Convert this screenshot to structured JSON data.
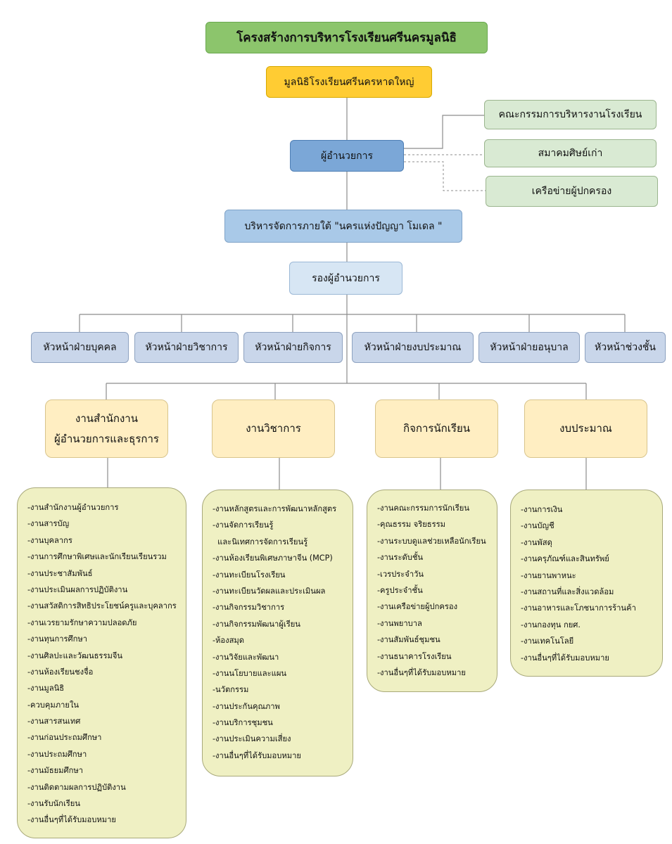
{
  "title": "โครงสร้างการบริหารโรงเรียนศรีนครมูลนิธิ",
  "foundation": "มูลนิธิโรงเรียนศรีนครหาดใหญ่",
  "director": "ผู้อำนวยการ",
  "advisory": [
    "คณะกรรมการบริหารงานโรงเรียน",
    "สมาคมศิษย์เก่า",
    "เครือข่ายผู้ปกครอง"
  ],
  "model": "บริหารจัดการภายใต้ \"นครแห่งปัญญา โมเดล \"",
  "deputy": "รองผู้อำนวยการ",
  "heads": [
    "หัวหน้าฝ่ายบุคคล",
    "หัวหน้าฝ่ายวิชาการ",
    "หัวหน้าฝ่ายกิจการ",
    "หัวหน้าฝ่ายงบประมาณ",
    "หัวหน้าฝ่ายอนุบาล",
    "หัวหน้าช่วงชั้น"
  ],
  "departments": [
    {
      "title_lines": [
        "งานสำนักงาน",
        "ผู้อำนวยการและธุรการ"
      ],
      "items": [
        "-งานสำนักงานผู้อำนวยการ",
        "-งานสารบัญ",
        "-งานบุคลากร",
        "-งานการศึกษาพิเศษและนักเรียนเรียนรวม",
        "-งานประชาสัมพันธ์",
        "-งานประเมินผลการปฏิบัติงาน",
        "-งานสวัสดิการสิทธิประโยชน์ครูและบุคลากร",
        "-งานเวรยามรักษาความปลอดภัย",
        "-งานทุนการศึกษา",
        "-งานศิลปะและวัฒนธรรมจีน",
        "-งานห้องเรียนชงจื่อ",
        "-งานมูลนิธิ",
        "-ควบคุมภายใน",
        "-งานสารสนเทศ",
        "-งานก่อนประถมศึกษา",
        "-งานประถมศึกษา",
        "-งานมัธยมศึกษา",
        "-งานติดตามผลการปฏิบัติงาน",
        "-งานรับนักเรียน",
        "-งานอื่นๆที่ได้รับมอบหมาย"
      ]
    },
    {
      "title_lines": [
        "งานวิชาการ"
      ],
      "items": [
        "-งานหลักสูตรและการพัฒนาหลักสูตร",
        "-งานจัดการเรียนรู้",
        "  และนิเทศการจัดการเรียนรู้",
        "-งานห้องเรียนพิเศษภาษาจีน (MCP)",
        "-งานทะเบียนโรงเรียน",
        "-งานทะเบียนวัดผลและประเมินผล",
        "-งานกิจกรรมวิชาการ",
        "-งานกิจกรรมพัฒนาผู้เรียน",
        "-ห้องสมุด",
        "-งานวิจัยและพัฒนา",
        "-งานนโยบายและแผน",
        "-นวัตกรรม",
        "-งานประกันคุณภาพ",
        "-งานบริการชุมชน",
        "-งานประเมินความเสี่ยง",
        "-งานอื่นๆที่ได้รับมอบหมาย"
      ]
    },
    {
      "title_lines": [
        "กิจการนักเรียน"
      ],
      "items": [
        "-งานคณะกรรมการนักเรียน",
        "-คุณธรรม จริยธรรม",
        "-งานระบบดูแลช่วยเหลือนักเรียน",
        "-งานระดับชั้น",
        "-เวรประจำวัน",
        "-ครูประจำชั้น",
        "-งานเครือข่ายผู้ปกครอง",
        "-งานพยาบาล",
        "-งานสัมพันธ์ชุมชน",
        "-งานธนาคารโรงเรียน",
        "-งานอื่นๆที่ได้รับมอบหมาย"
      ]
    },
    {
      "title_lines": [
        "งบประมาณ"
      ],
      "items": [
        "-งานการเงิน",
        "-งานบัญชี",
        "-งานพัสดุ",
        "-งานครุภัณฑ์และสินทรัพย์",
        "-งานยานพาหนะ",
        "-งานสถานที่และสิ่งแวดล้อม",
        "-งานอาหารและโภชนาการร้านค้า",
        "-งานกองทุน กยศ.",
        "-งานเทคโนโลยี",
        "-งานอื่นๆที่ได้รับมอบหมาย"
      ]
    }
  ]
}
